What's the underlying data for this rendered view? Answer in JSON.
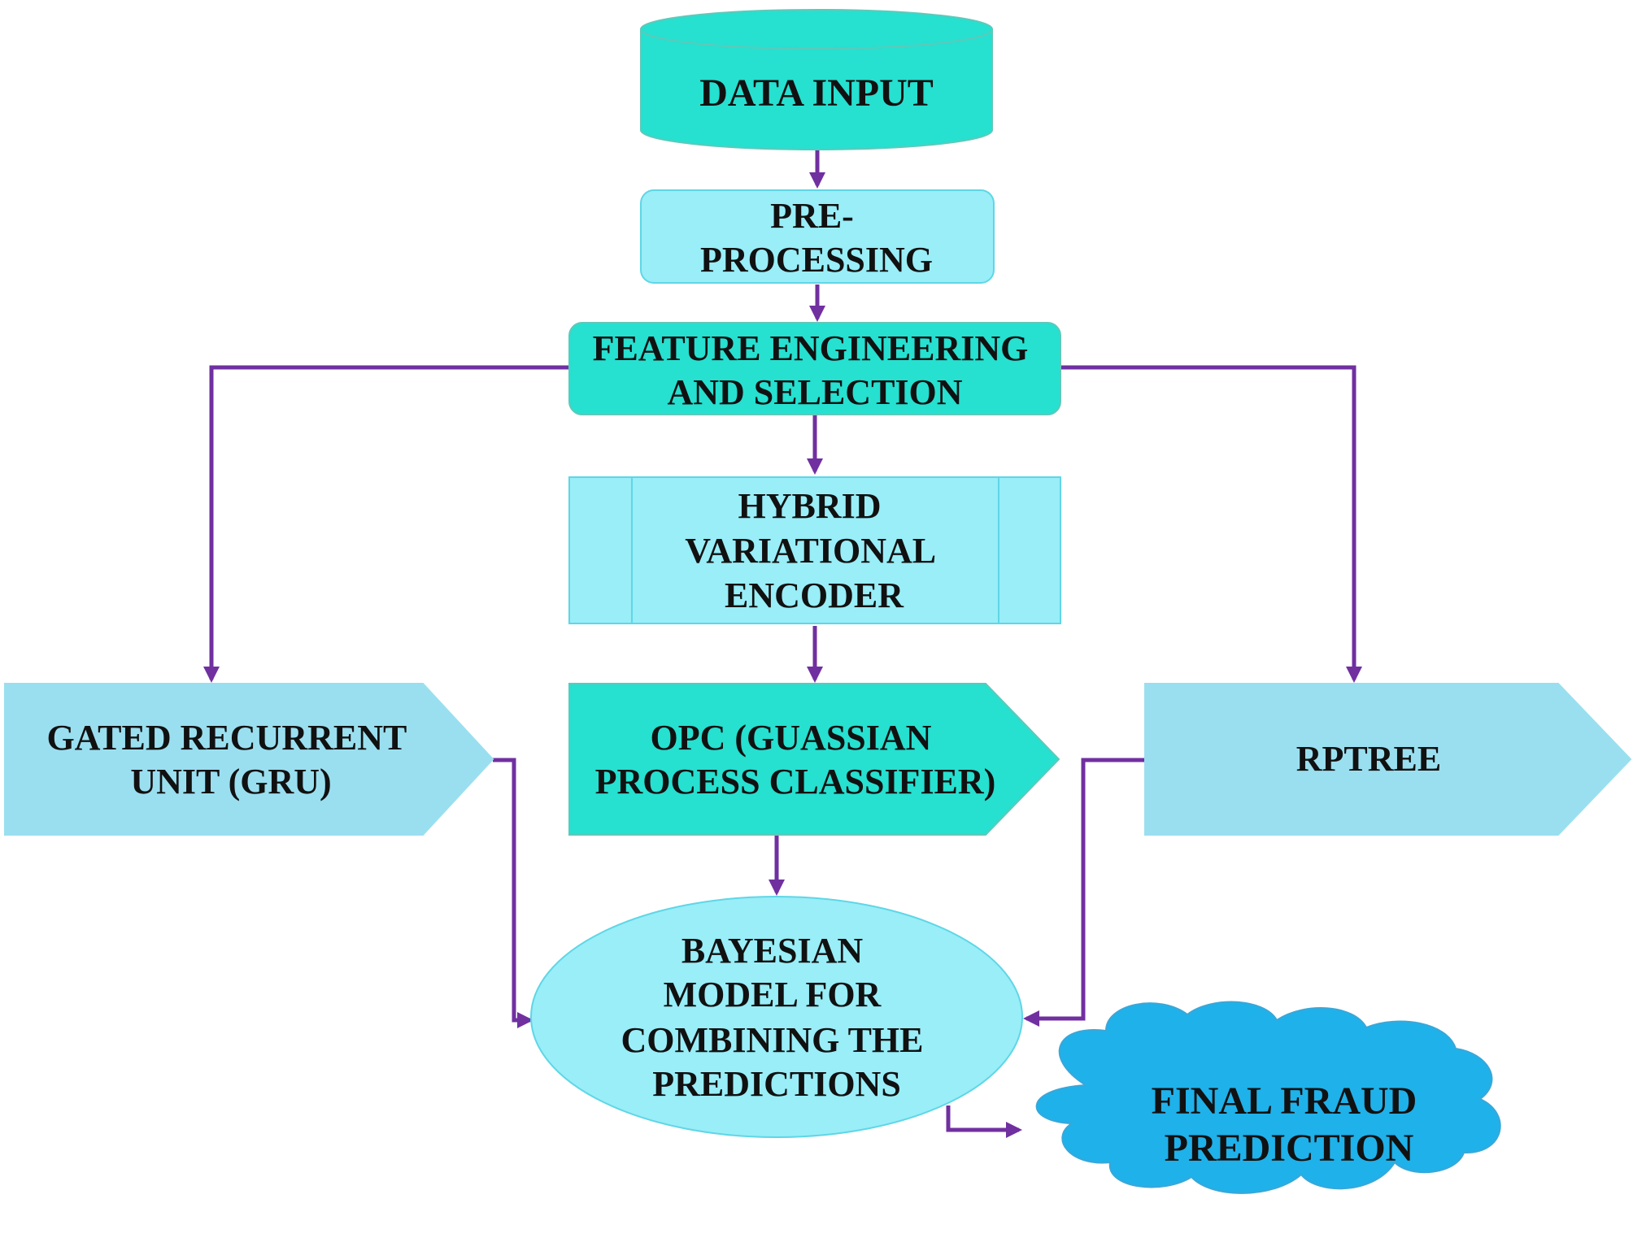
{
  "colors": {
    "teal_dark": "#26e0d0",
    "cyan_light": "#99eef8",
    "blue_light": "#9adff0",
    "sky_blue": "#1fb1ea",
    "arrow": "#7030a0",
    "text": "#111111"
  },
  "nodes": {
    "data_input": {
      "shape": "cylinder",
      "lines": [
        "DATA INPUT"
      ]
    },
    "pre_processing": {
      "shape": "rounded-rectangle",
      "lines": [
        "PRE-",
        "PROCESSING"
      ]
    },
    "feature_engineering": {
      "shape": "rounded-rectangle",
      "lines": [
        "FEATURE ENGINEERING",
        "AND SELECTION"
      ]
    },
    "hybrid_encoder": {
      "shape": "predefined-process",
      "lines": [
        "HYBRID",
        "VARIATIONAL",
        "ENCODER"
      ]
    },
    "gru": {
      "shape": "pentagon-arrow",
      "lines": [
        "GATED RECURRENT",
        "UNIT (GRU)"
      ]
    },
    "opc": {
      "shape": "pentagon-arrow",
      "lines": [
        "OPC (GUASSIAN",
        "PROCESS CLASSIFIER)"
      ]
    },
    "rptree": {
      "shape": "pentagon-arrow",
      "lines": [
        "RPTREE"
      ]
    },
    "bayesian": {
      "shape": "ellipse",
      "lines": [
        "BAYESIAN",
        "MODEL FOR",
        "COMBINING THE",
        "PREDICTIONS"
      ]
    },
    "final": {
      "shape": "cloud",
      "lines": [
        "FINAL FRAUD",
        "PREDICTION"
      ]
    }
  },
  "edges": [
    {
      "from": "data_input",
      "to": "pre_processing"
    },
    {
      "from": "pre_processing",
      "to": "feature_engineering"
    },
    {
      "from": "feature_engineering",
      "to": "hybrid_encoder"
    },
    {
      "from": "feature_engineering",
      "to": "gru"
    },
    {
      "from": "feature_engineering",
      "to": "rptree"
    },
    {
      "from": "hybrid_encoder",
      "to": "opc"
    },
    {
      "from": "opc",
      "to": "bayesian"
    },
    {
      "from": "gru",
      "to": "bayesian"
    },
    {
      "from": "rptree",
      "to": "bayesian"
    },
    {
      "from": "bayesian",
      "to": "final"
    }
  ]
}
